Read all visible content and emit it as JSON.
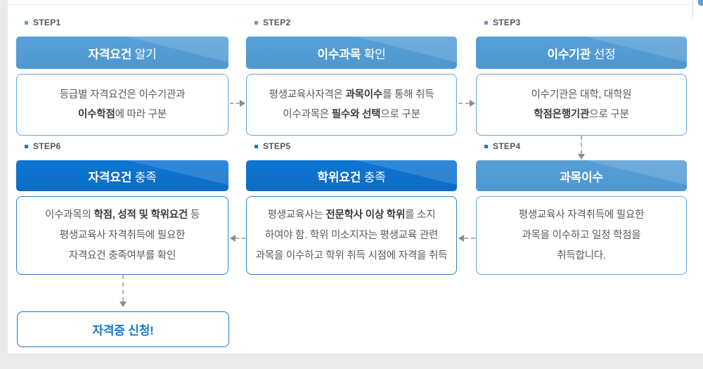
{
  "colors": {
    "light_header": "#57a0d7",
    "dark_header": "#0e76d3",
    "light_border": "#5fa7de",
    "dark_border": "#2b83d4",
    "apply_accent": "#1778d3",
    "body_text": "#595959",
    "step_label_text": "#555555",
    "arrow_gray": "#b0b0b0",
    "gutter_gray": "#eaeaea"
  },
  "steps": [
    {
      "label": "STEP1",
      "theme": "light",
      "title": [
        {
          "t": "자격요건",
          "b": true
        },
        {
          "t": " 알기",
          "b": false
        }
      ],
      "body": [
        [
          {
            "t": "등급별 자격요건은 이수기관과",
            "b": false
          }
        ],
        [
          {
            "t": "이수학점",
            "b": true
          },
          {
            "t": "에 따라 구분",
            "b": false
          }
        ]
      ]
    },
    {
      "label": "STEP2",
      "theme": "light",
      "title": [
        {
          "t": "이수과목",
          "b": true
        },
        {
          "t": " 확인",
          "b": false
        }
      ],
      "body": [
        [
          {
            "t": "평생교육사자격은 ",
            "b": false
          },
          {
            "t": "과목이수",
            "b": true
          },
          {
            "t": "를 통해 취득",
            "b": false
          }
        ],
        [
          {
            "t": "이수과목은 ",
            "b": false
          },
          {
            "t": "필수와 선택",
            "b": true
          },
          {
            "t": "으로 구분",
            "b": false
          }
        ]
      ]
    },
    {
      "label": "STEP3",
      "theme": "light",
      "title": [
        {
          "t": "이수기관",
          "b": true
        },
        {
          "t": " 선정",
          "b": false
        }
      ],
      "body": [
        [
          {
            "t": "이수기관은 대학, 대학원",
            "b": false
          }
        ],
        [
          {
            "t": "학점은행기관",
            "b": true
          },
          {
            "t": "으로 구분",
            "b": false
          }
        ]
      ]
    },
    {
      "label": "STEP4",
      "theme": "light",
      "title": [
        {
          "t": "과목이수",
          "b": true
        }
      ],
      "body": [
        [
          {
            "t": "평생교육사 자격취득에 필요한",
            "b": false
          }
        ],
        [
          {
            "t": "과목을 이수하고 일정 학점을",
            "b": false
          }
        ],
        [
          {
            "t": "취득합니다.",
            "b": false
          }
        ]
      ]
    },
    {
      "label": "STEP5",
      "theme": "dark",
      "title": [
        {
          "t": "학위요건",
          "b": true
        },
        {
          "t": " 충족",
          "b": false
        }
      ],
      "body": [
        [
          {
            "t": "평생교육사는 ",
            "b": false
          },
          {
            "t": "전문학사 이상 학위",
            "b": true
          },
          {
            "t": "를 소지",
            "b": false
          }
        ],
        [
          {
            "t": "하여야 함. 학위 미소지자는 평생교육 관련",
            "b": false
          }
        ],
        [
          {
            "t": "과목을 이수하고 학위 취득 시점에 자격을 취득",
            "b": false
          }
        ]
      ]
    },
    {
      "label": "STEP6",
      "theme": "dark",
      "title": [
        {
          "t": "자격요건",
          "b": true
        },
        {
          "t": " 충족",
          "b": false
        }
      ],
      "body": [
        [
          {
            "t": "이수과목의 ",
            "b": false
          },
          {
            "t": "학점, 성적 및 학위요건",
            "b": true
          },
          {
            "t": " 등",
            "b": false
          }
        ],
        [
          {
            "t": "평생교육사 자격취득에 필요한",
            "b": false
          }
        ],
        [
          {
            "t": "자격요건 충족여부를 확인",
            "b": false
          }
        ]
      ]
    }
  ],
  "apply_button": {
    "label": "자격증 신청!"
  }
}
